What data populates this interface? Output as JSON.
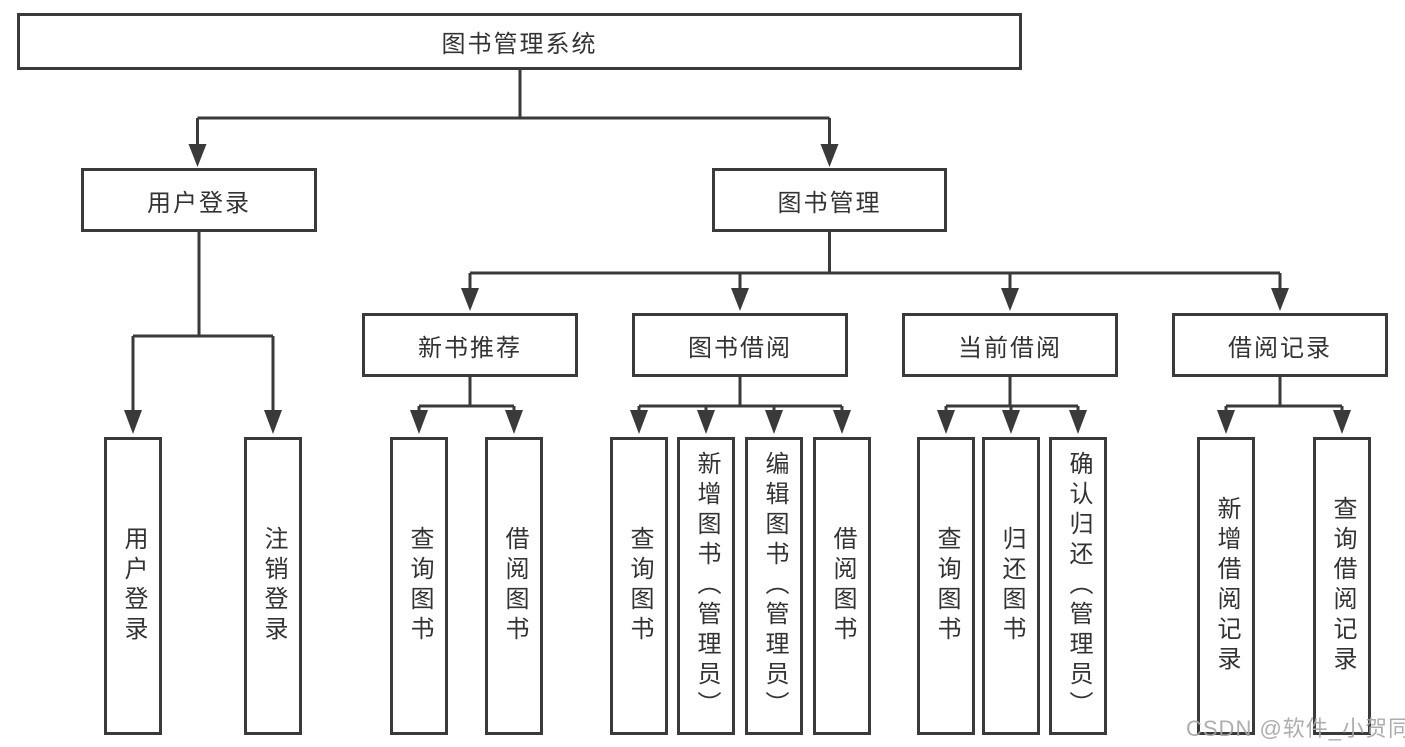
{
  "diagram": {
    "title": "图书管理系统",
    "level2": {
      "user_login": "用户登录",
      "book_mgmt": "图书管理"
    },
    "level3": {
      "new_books": "新书推荐",
      "book_borrow": "图书借阅",
      "current_borrow": "当前借阅",
      "borrow_records": "借阅记录"
    },
    "leaves": {
      "user_login": [
        "用户登录",
        "注销登录"
      ],
      "new_books": [
        "查询图书",
        "借阅图书"
      ],
      "book_borrow": [
        "查询图书",
        "新增图书（管理员）",
        "编辑图书（管理员）",
        "借阅图书"
      ],
      "current_borrow": [
        "查询图书",
        "归还图书",
        "确认归还（管理员）"
      ],
      "borrow_records": [
        "新增借阅记录",
        "查询借阅记录"
      ]
    }
  },
  "watermark": "CSDN @软件_小贺同学",
  "colors": {
    "line": "#3a3a3a",
    "text": "#333333",
    "watermark": "#a5a5a5",
    "background": "#ffffff"
  }
}
